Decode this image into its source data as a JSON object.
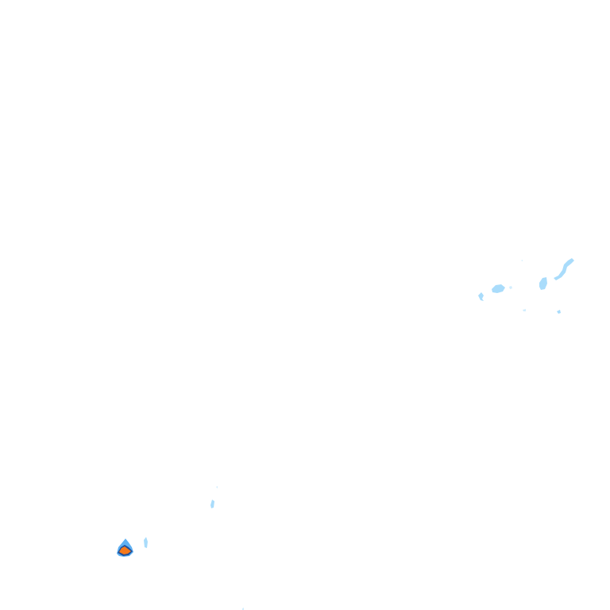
{
  "map": {
    "layer": "precipitation-radar-overlay",
    "background_color": "#ffffff",
    "intensity_colors": {
      "very_light": "#d2eefe",
      "light": "#a9dcfb",
      "moderate": "#5fb1f2",
      "heavy_outline": "#1c4e9b",
      "intense": "#f5791b"
    },
    "echo_cells": [
      {
        "name": "radar-echo-east-cluster",
        "intensity": "light"
      },
      {
        "name": "radar-echo-northeast-streak",
        "intensity": "light"
      },
      {
        "name": "radar-echo-central-south-fleck",
        "intensity": "light"
      },
      {
        "name": "radar-echo-southwest-storm-cell",
        "intensity": "intense"
      }
    ]
  }
}
